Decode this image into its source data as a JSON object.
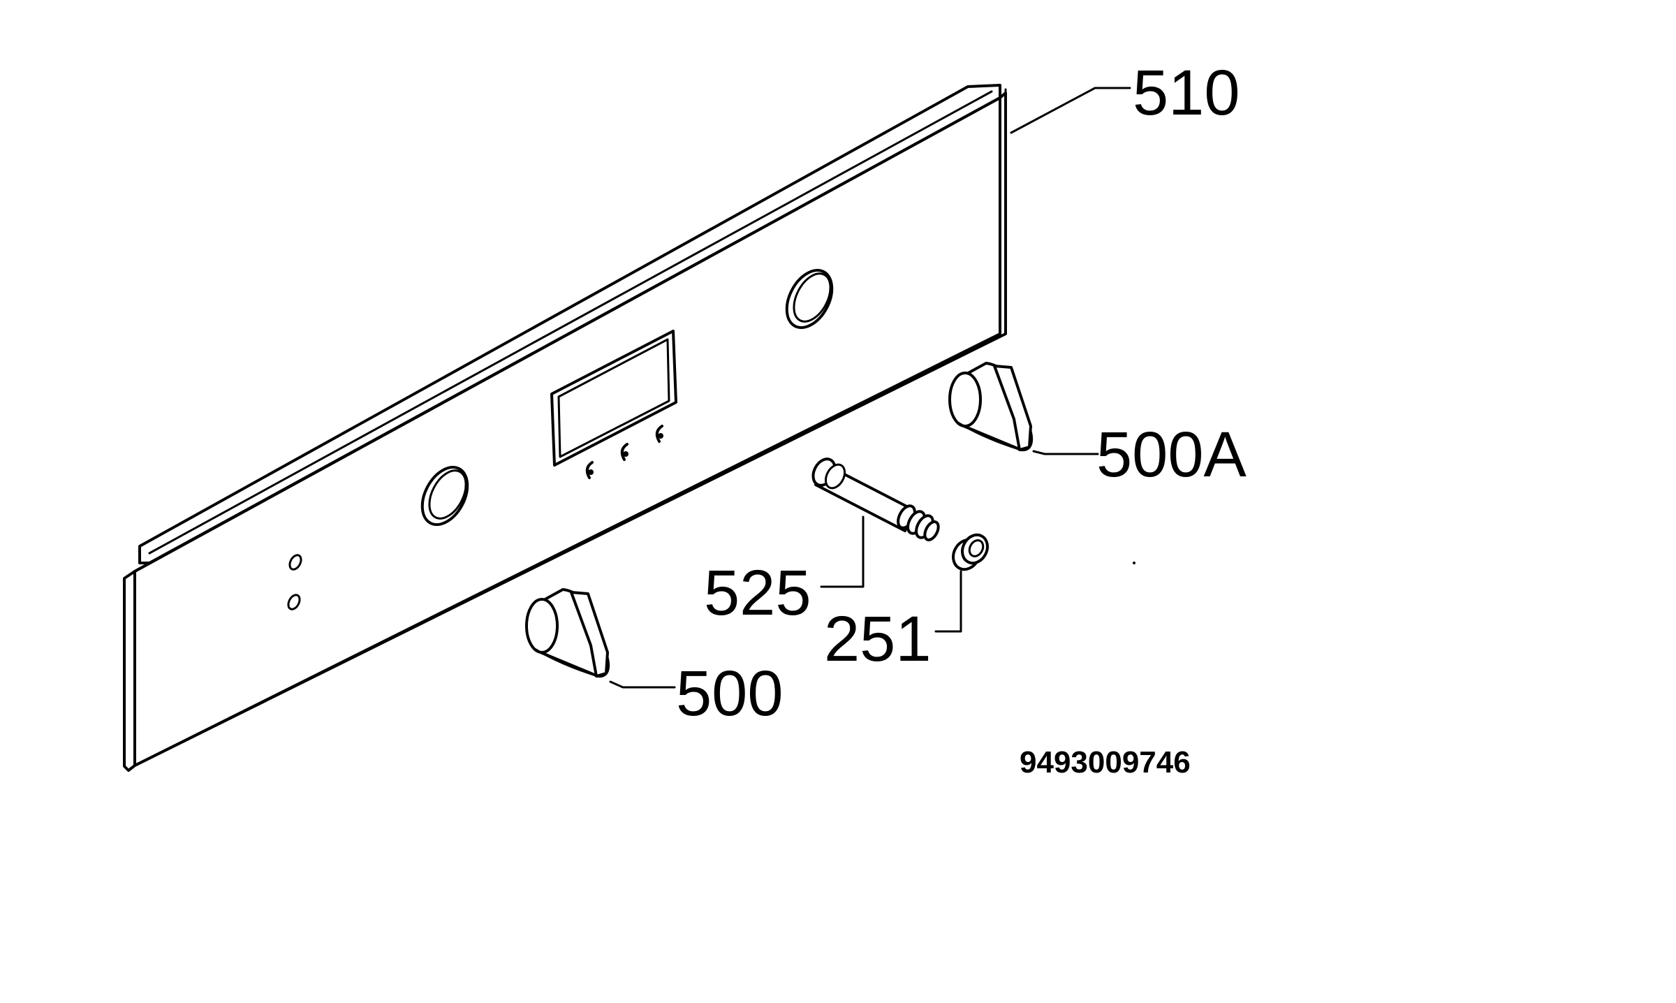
{
  "parts": {
    "control_panel": {
      "label": "510"
    },
    "knob_right": {
      "label": "500A"
    },
    "knob_left": {
      "label": "500"
    },
    "shaft": {
      "label": "525"
    },
    "button": {
      "label": "251"
    }
  },
  "document_number": "9493009746"
}
